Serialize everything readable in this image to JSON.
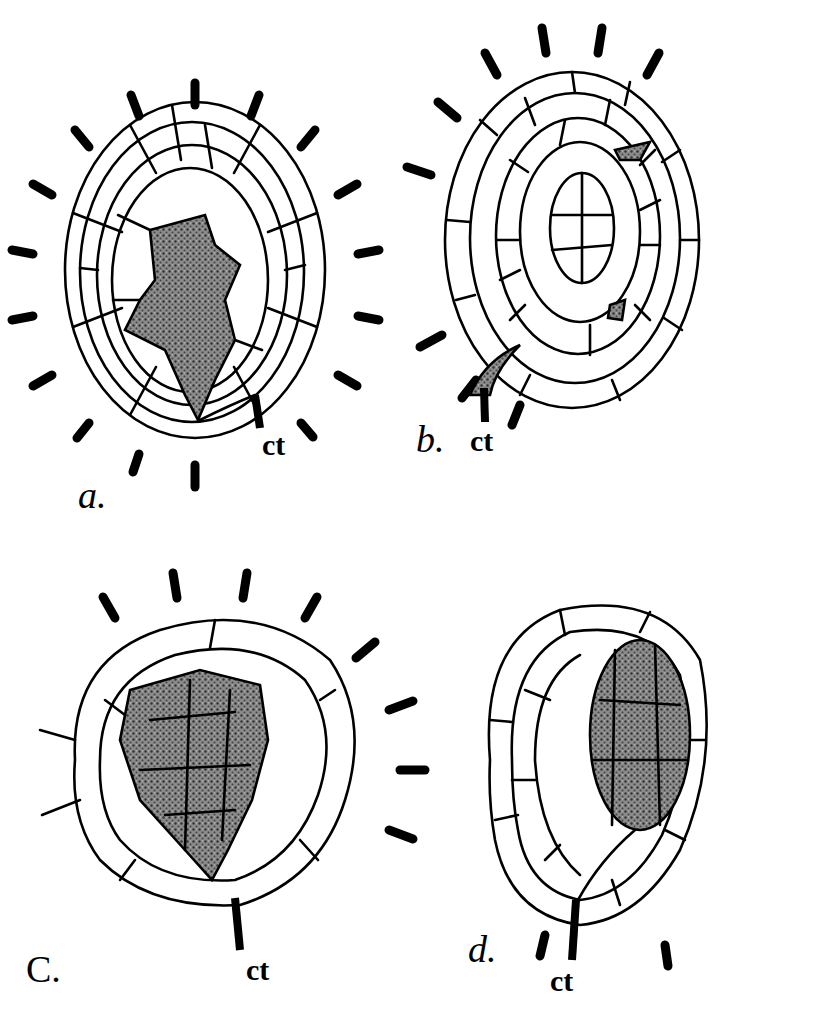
{
  "diagram": {
    "labels": [
      "a.",
      "ct",
      "b.",
      "ct",
      "C.",
      "ct",
      "d.",
      "ct"
    ]
  }
}
